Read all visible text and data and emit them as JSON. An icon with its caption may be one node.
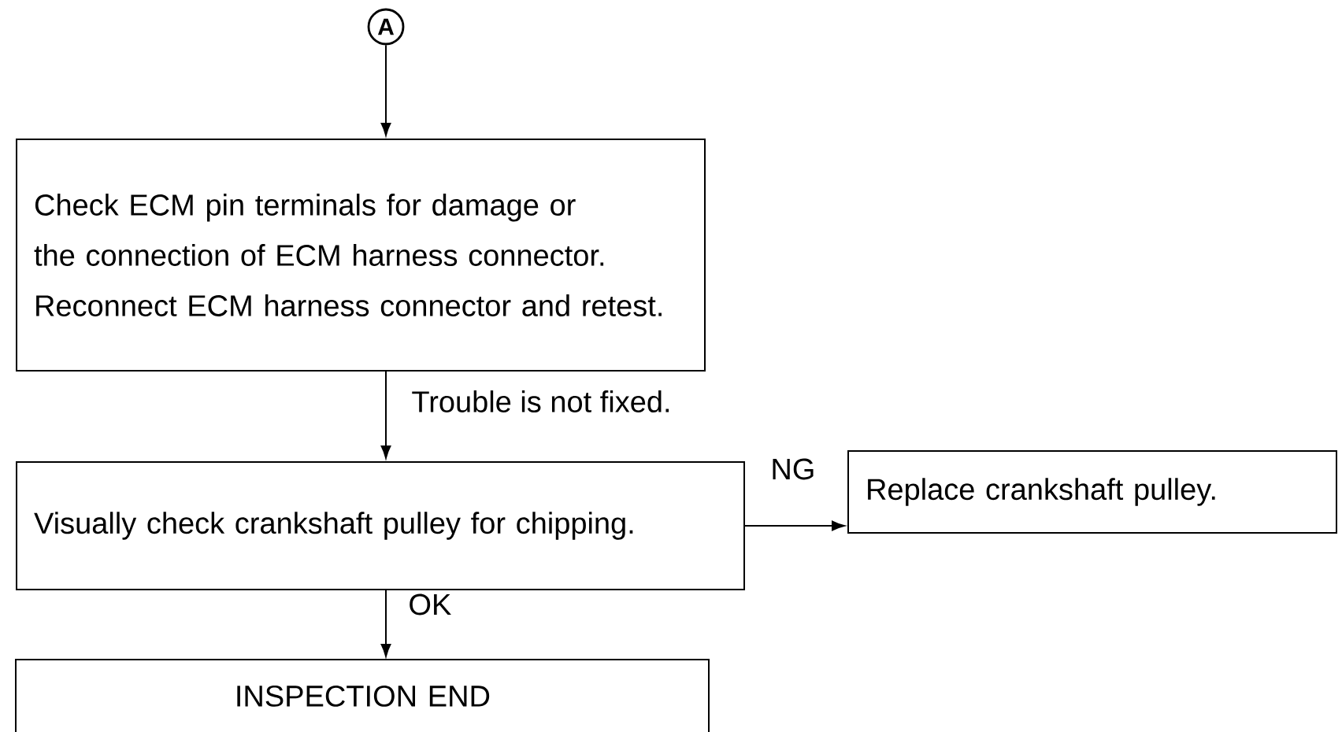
{
  "diagram": {
    "nodes": [
      {
        "text": [
          "A"
        ]
      },
      {
        "text": [
          "Check ECM pin terminals for damage or the connection of ECM harness connector. Reconnect ECM harness connector and retest."
        ]
      },
      {
        "text": [
          "Visually check crankshaft pulley for chipping."
        ]
      },
      {
        "text": [
          "Replace crankshaft pulley."
        ]
      },
      {
        "text": [
          "INSPECTION END"
        ]
      }
    ],
    "edges": [
      {
        "from": 0,
        "to": 1,
        "arrow": "to"
      },
      {
        "from": 1,
        "to": 2,
        "arrow": "to",
        "label": "Trouble is not fixed."
      },
      {
        "from": 2,
        "to": 3,
        "arrow": "to",
        "label": "NG"
      },
      {
        "from": 2,
        "to": 4,
        "arrow": "to",
        "label": "OK"
      }
    ]
  }
}
